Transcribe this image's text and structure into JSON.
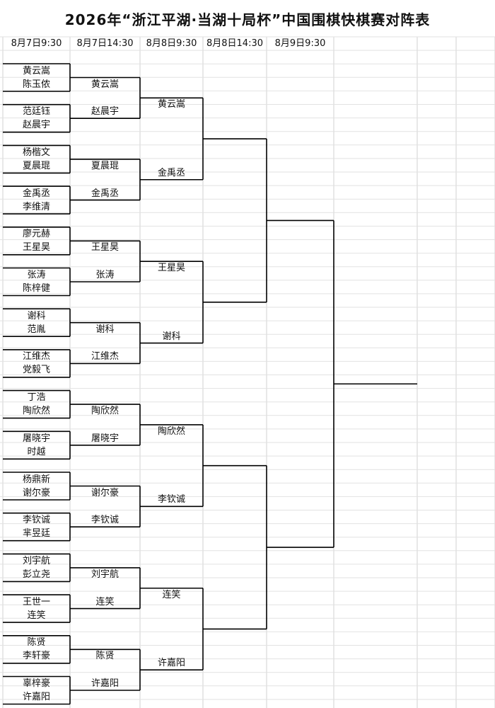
{
  "title": "2026年“浙江平湖·当湖十局杯”中国围棋快棋赛对阵表",
  "round_headers": [
    "8月7日9:30",
    "8月7日14:30",
    "8月8日9:30",
    "8月8日14:30",
    "8月9日9:30"
  ],
  "round1_players": [
    "黄云嵩",
    "陈玉侬",
    "范廷钰",
    "赵晨宇",
    "杨楷文",
    "夏晨琨",
    "金禹丞",
    "李维清",
    "廖元赫",
    "王星昊",
    "张涛",
    "陈梓健",
    "谢科",
    "范胤",
    "江维杰",
    "党毅飞",
    "丁浩",
    "陶欣然",
    "屠晓宇",
    "时越",
    "杨鼎新",
    "谢尔豪",
    "李钦诚",
    "芈昱廷",
    "刘宇航",
    "彭立尧",
    "王世一",
    "连笑",
    "陈贤",
    "李轩豪",
    "辜梓豪",
    "许嘉阳"
  ],
  "round2_winners": [
    "黄云嵩",
    "赵晨宇",
    "夏晨琨",
    "金禹丞",
    "王星昊",
    "张涛",
    "谢科",
    "江维杰",
    "陶欣然",
    "屠晓宇",
    "谢尔豪",
    "李钦诚",
    "刘宇航",
    "连笑",
    "陈贤",
    "许嘉阳"
  ],
  "round3_winners": [
    "黄云嵩",
    "金禹丞",
    "王星昊",
    "谢科",
    "陶欣然",
    "李钦诚",
    "连笑",
    "许嘉阳"
  ],
  "round4_winners": [],
  "round5_winners": []
}
